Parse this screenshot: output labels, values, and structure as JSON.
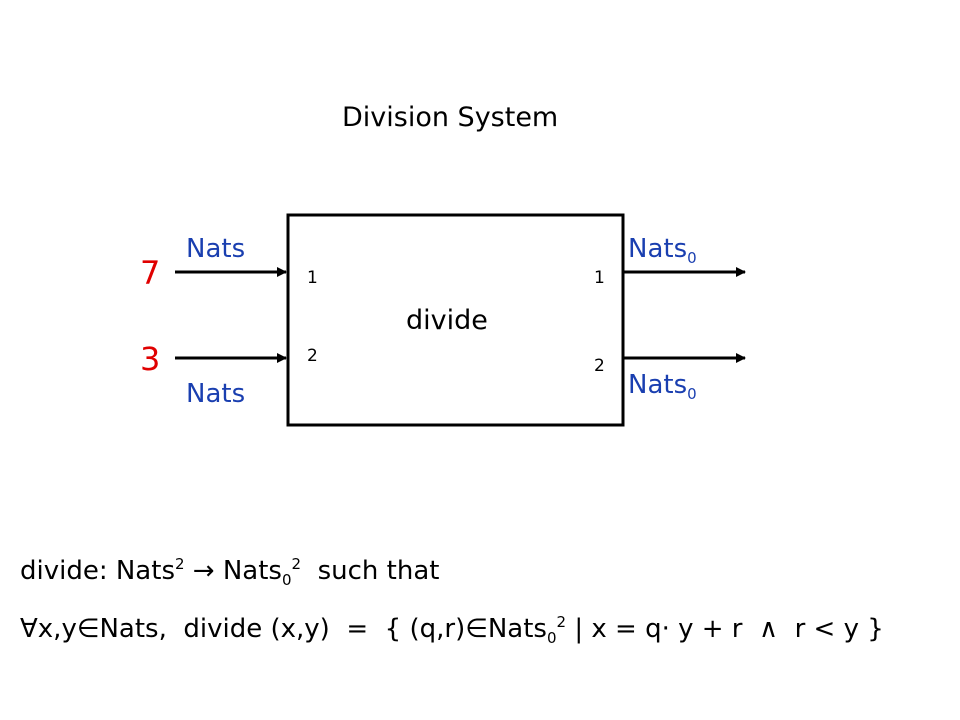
{
  "title": "Division System",
  "block": {
    "name": "divide",
    "input_ports": [
      "1",
      "2"
    ],
    "output_ports": [
      "1",
      "2"
    ]
  },
  "inputs": [
    {
      "value": "7",
      "type": "Nats"
    },
    {
      "value": "3",
      "type": "Nats"
    }
  ],
  "outputs": [
    {
      "type": "Nats",
      "sub": "0"
    },
    {
      "type": "Nats",
      "sub": "0"
    }
  ],
  "formula1": {
    "prefix": "divide: Nats",
    "sup1": "2",
    "arrow": "→",
    "nats": "Nats",
    "sub": "0",
    "sup2": "2",
    "suffix": "such that"
  },
  "formula2": {
    "part1": "∀x,y∈Nats,  divide (x,y)  =  { (q,r)∈Nats",
    "sub": "0",
    "sup": "2",
    "part2": " | x = q· y + r  ∧  r < y }"
  }
}
